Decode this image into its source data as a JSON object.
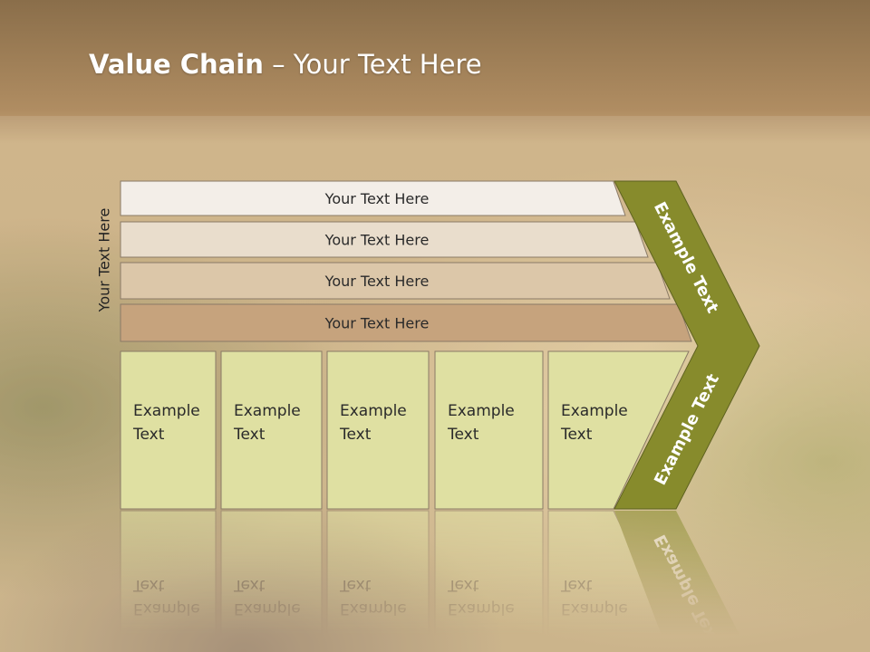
{
  "slide": {
    "title_bold": "Value Chain",
    "title_rest": " – Your Text Here",
    "side_label": "Your Text Here"
  },
  "rows": [
    {
      "label": "Your Text Here",
      "color": "#f3eee8"
    },
    {
      "label": "Your Text Here",
      "color": "#e9ddcc"
    },
    {
      "label": "Your Text Here",
      "color": "#dcc7a9"
    },
    {
      "label": "Your Text Here",
      "color": "#c6a37d"
    }
  ],
  "boxes": [
    {
      "line1": "Example",
      "line2": "Text"
    },
    {
      "line1": "Example",
      "line2": "Text"
    },
    {
      "line1": "Example",
      "line2": "Text"
    },
    {
      "line1": "Example",
      "line2": "Text"
    },
    {
      "line1": "Example",
      "line2": "Text"
    }
  ],
  "chevron": {
    "upper_text": "Example Text",
    "lower_text": "Example Text",
    "color": "#878b2c"
  },
  "colors": {
    "box_fill": "#dfe0a2",
    "outline": "#8a7a66"
  }
}
